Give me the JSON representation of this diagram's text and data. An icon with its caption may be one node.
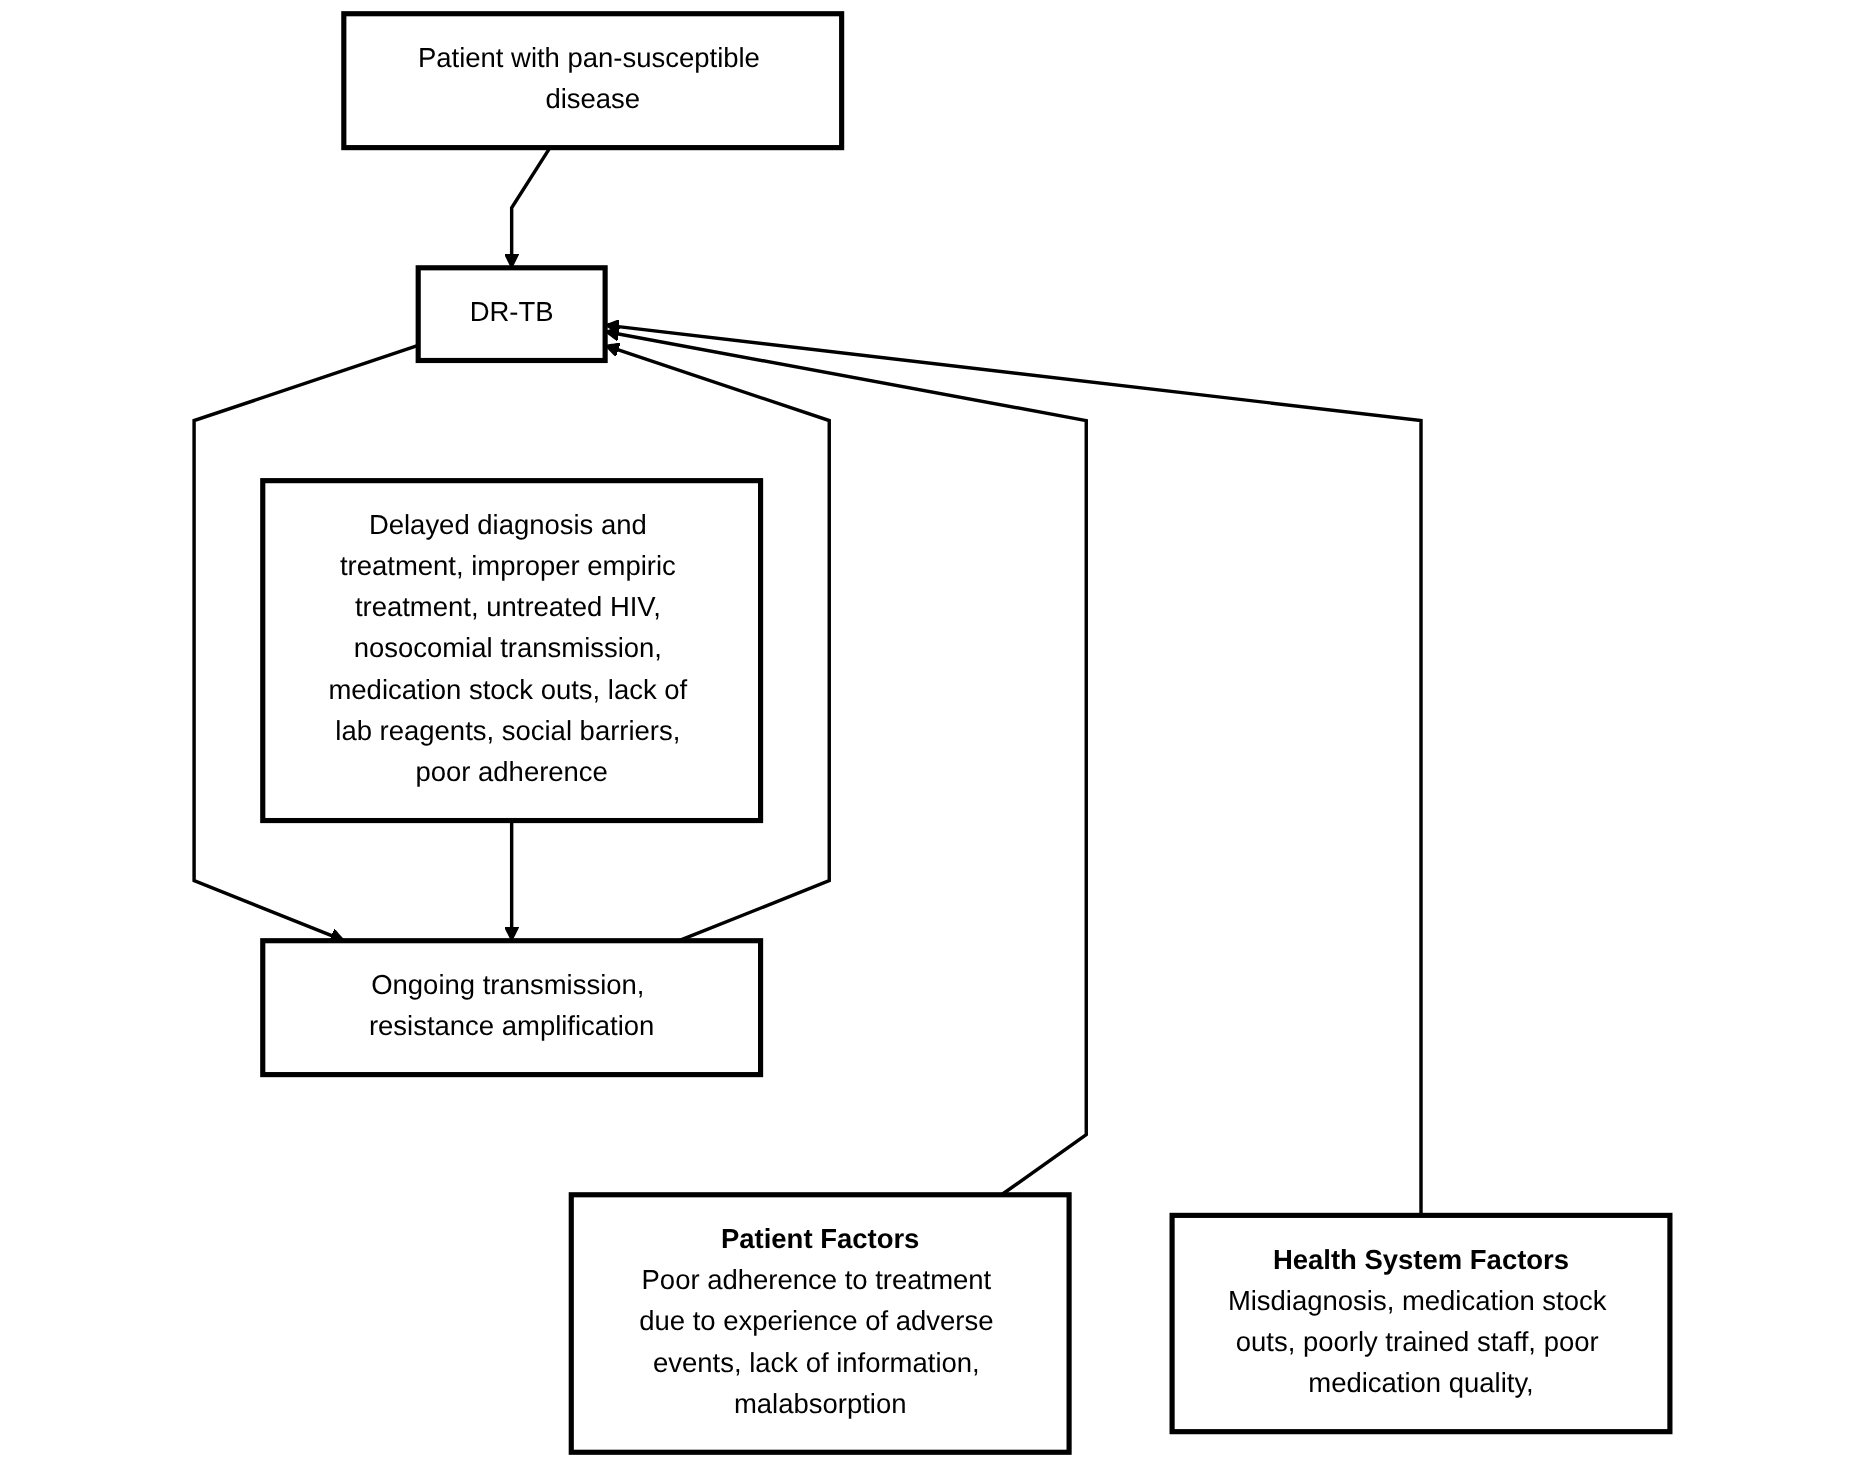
{
  "diagram": {
    "nodes": [
      {
        "text": [
          "Patient with pan-susceptible disease"
        ]
      },
      {
        "text": [
          "Patient Factors",
          "Poor adherence to treatment due to experience of adverse events, lack of information, malabsorption"
        ]
      },
      {
        "text": [
          "Health System Factors",
          "Misdiagnosis, medication stock outs, poorly trained staff, poor medication quality,"
        ]
      },
      {
        "text": [
          "DR-TB"
        ]
      },
      {
        "text": [
          "Delayed diagnosis and treatment, improper empiric treatment, untreated HIV, nosocomial transmission, medication stock outs, lack of lab reagents, social barriers, poor adherence"
        ]
      },
      {
        "text": [
          "Ongoing transmission, resistance amplification"
        ]
      }
    ],
    "edges": [
      {
        "from": 0,
        "to": 3,
        "arrow": "to"
      },
      {
        "from": 1,
        "to": 3,
        "arrow": "to"
      },
      {
        "from": 2,
        "to": 3,
        "arrow": "to"
      },
      {
        "from": 3,
        "to": 5,
        "arrow": "to"
      },
      {
        "from": 4,
        "to": 5,
        "arrow": "to"
      },
      {
        "from": 5,
        "to": 3,
        "arrow": "to"
      }
    ]
  }
}
